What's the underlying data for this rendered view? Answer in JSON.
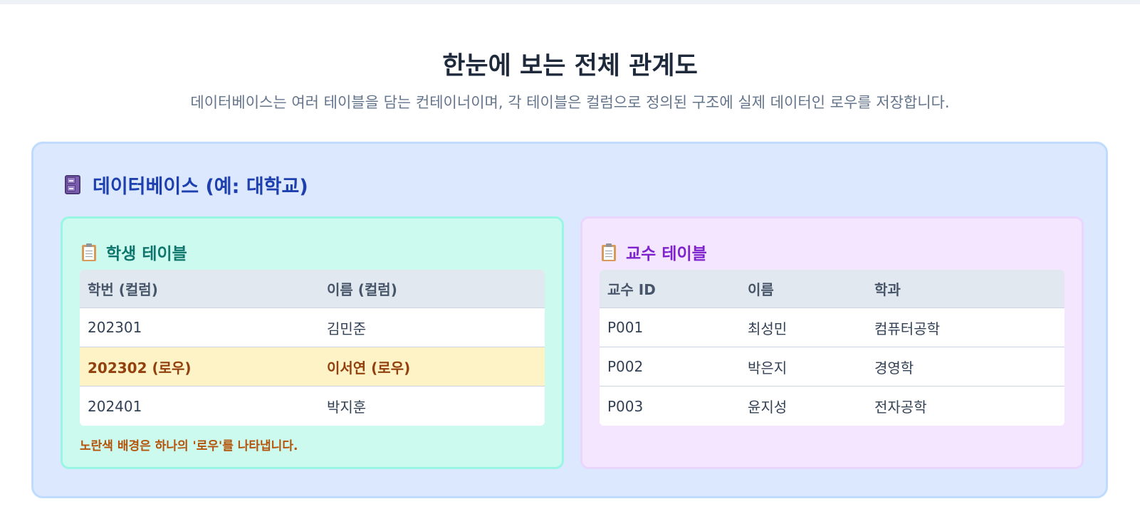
{
  "page": {
    "title": "한눈에 보는 전체 관계도",
    "subtitle": "데이터베이스는 여러 테이블을 담는 컨테이너이며, 각 테이블은 컬럼으로 정의된 구조에 실제 데이터인 로우를 저장합니다."
  },
  "database": {
    "icon": "file-cabinet-icon",
    "title": "데이터베이스 (예: 대학교)",
    "color": "#1e40af"
  },
  "student_table": {
    "icon": "clipboard-icon",
    "title": "학생 테이블",
    "headers": [
      "학번 (컬럼)",
      "이름 (컬럼)"
    ],
    "rows": [
      [
        "202301",
        "김민준"
      ],
      [
        "202302 (로우)",
        "이서연 (로우)"
      ],
      [
        "202401",
        "박지훈"
      ]
    ],
    "highlighted_row": 1,
    "highlight_color": "#fef3c7",
    "note": "노란색 배경은 하나의 '로우'를 나타냅니다."
  },
  "professor_table": {
    "icon": "clipboard-icon",
    "title": "교수 테이블",
    "headers": [
      "교수 ID",
      "이름",
      "학과"
    ],
    "rows": [
      [
        "P001",
        "최성민",
        "컴퓨터공학"
      ],
      [
        "P002",
        "박은지",
        "경영학"
      ],
      [
        "P003",
        "윤지성",
        "전자공학"
      ]
    ]
  }
}
